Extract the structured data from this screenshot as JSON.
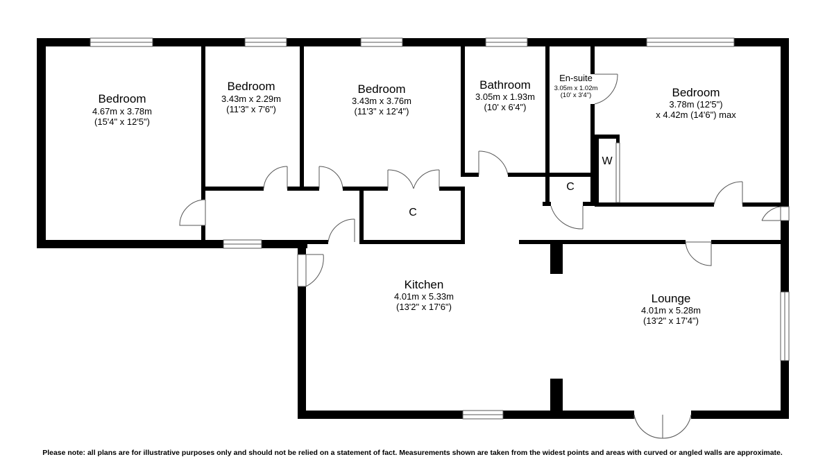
{
  "rooms": {
    "bedroom1": {
      "name": "Bedroom",
      "metric": "4.67m x 3.78m",
      "imperial": "(15'4\" x 12'5\")"
    },
    "bedroom2": {
      "name": "Bedroom",
      "metric": "3.43m x 2.29m",
      "imperial": "(11'3\" x 7'6\")"
    },
    "bedroom3": {
      "name": "Bedroom",
      "metric": "3.43m x 3.76m",
      "imperial": "(11'3\" x 12'4\")"
    },
    "bathroom": {
      "name": "Bathroom",
      "metric": "3.05m x 1.93m",
      "imperial": "(10' x 6'4\")"
    },
    "ensuite": {
      "name": "En-suite",
      "metric": "3.05m x 1.02m",
      "imperial": "(10' x 3'4\")"
    },
    "bedroom4": {
      "name": "Bedroom",
      "metric": "3.78m (12'5\")",
      "imperial": "x 4.42m (14'6\") max"
    },
    "kitchen": {
      "name": "Kitchen",
      "metric": "4.01m x 5.33m",
      "imperial": "(13'2\" x 17'6\")"
    },
    "lounge": {
      "name": "Lounge",
      "metric": "4.01m x 5.28m",
      "imperial": "(13'2\" x 17'4\")"
    }
  },
  "labels": {
    "cupboard": "C",
    "cupboard2": "C",
    "wardrobe": "W"
  },
  "disclaimer": "Please note: all plans are for illustrative purposes only and should not be relied on a statement of fact. Measurements shown are taken from the widest points and areas with curved or angled walls are approximate."
}
